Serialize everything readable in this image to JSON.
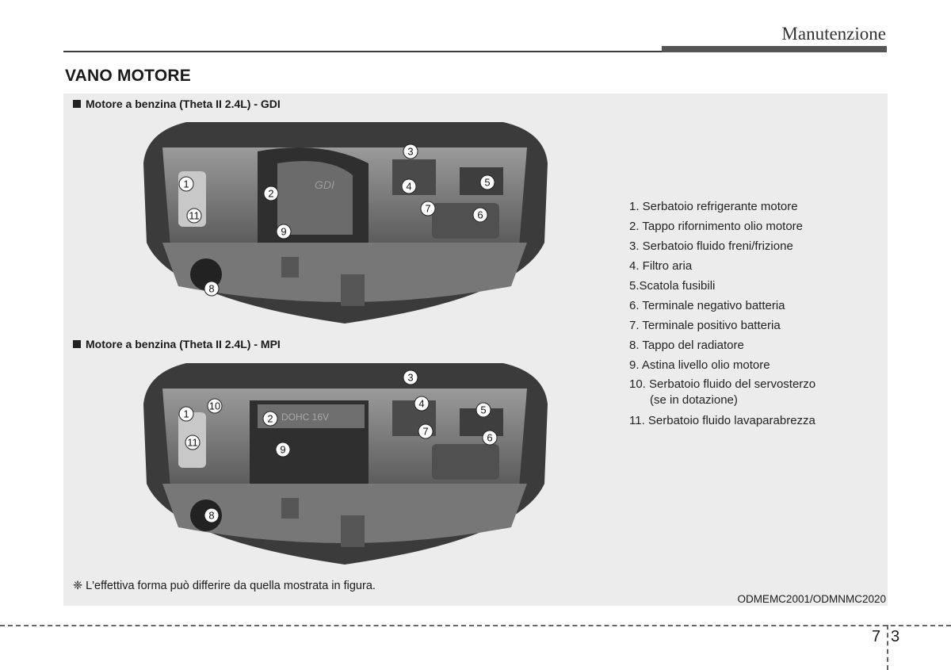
{
  "header": {
    "chapter_title": "Manutenzione",
    "section_title": "VANO MOTORE"
  },
  "figures": [
    {
      "caption": "Motore a benzina (Theta II 2.4L) - GDI",
      "engine_label": "GDI",
      "callouts": [
        "1",
        "2",
        "3",
        "4",
        "5",
        "6",
        "7",
        "8",
        "9",
        "11"
      ]
    },
    {
      "caption": "Motore a benzina (Theta II 2.4L) - MPI",
      "engine_label": "DOHC 16V",
      "callouts": [
        "1",
        "2",
        "3",
        "4",
        "5",
        "6",
        "7",
        "8",
        "9",
        "10",
        "11"
      ]
    }
  ],
  "legend": [
    "1. Serbatoio refrigerante motore",
    "2. Tappo rifornimento olio motore",
    "3. Serbatoio fluido freni/frizione",
    "4. Filtro aria",
    "5.Scatola fusibili",
    "6. Terminale negativo batteria",
    "7. Terminale positivo batteria",
    "8. Tappo del radiatore",
    "9. Astina livello olio motore",
    {
      "main": "10. Serbatoio fluido del servosterzo",
      "sub": "(se in dotazione)"
    },
    "11. Serbatoio fluido lavaparabrezza"
  ],
  "footnote": "❈ L'effettiva forma può differire da quella mostrata in figura.",
  "image_code": "ODMEMC2001/ODMNMC2020",
  "page": {
    "chapter": "7",
    "number": "3"
  }
}
